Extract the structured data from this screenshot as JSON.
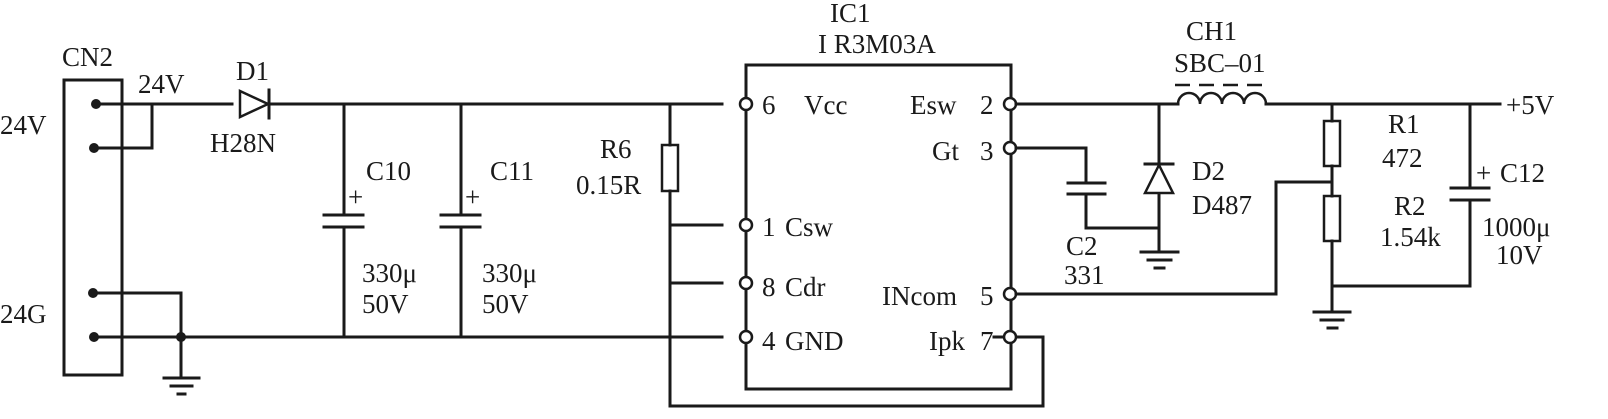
{
  "diagram": {
    "type": "schematic",
    "colors": {
      "ink": "#1a1a1a",
      "background": "#ffffff"
    },
    "connector": {
      "ref": "CN2",
      "left_labels": [
        "24V",
        "24G"
      ],
      "net_label": "24V"
    },
    "components": {
      "D1": {
        "ref": "D1",
        "value": "H28N"
      },
      "C10": {
        "ref": "C10",
        "value": "330μ",
        "voltage": "50V",
        "polarity": "+"
      },
      "C11": {
        "ref": "C11",
        "value": "330μ",
        "voltage": "50V",
        "polarity": "+"
      },
      "R6": {
        "ref": "R6",
        "value": "0.15R"
      },
      "IC1": {
        "ref": "IC1",
        "part": "I R3M03A",
        "left_pins": [
          {
            "num": "6",
            "name": "Vcc"
          },
          {
            "num": "1",
            "name": "Csw"
          },
          {
            "num": "8",
            "name": "Cdr"
          },
          {
            "num": "4",
            "name": "GND"
          }
        ],
        "right_pins": [
          {
            "num": "2",
            "name": "Esw"
          },
          {
            "num": "3",
            "name": "Gt"
          },
          {
            "num": "5",
            "name": "INcom"
          },
          {
            "num": "7",
            "name": "Ipk"
          }
        ]
      },
      "C2": {
        "ref": "C2",
        "value": "331"
      },
      "D2": {
        "ref": "D2",
        "value": "D487"
      },
      "CH1": {
        "ref": "CH1",
        "value": "SBC–01"
      },
      "R1": {
        "ref": "R1",
        "value": "472"
      },
      "R2": {
        "ref": "R2",
        "value": "1.54k"
      },
      "C12": {
        "ref": "C12",
        "value": "1000μ",
        "voltage": "10V",
        "polarity": "+"
      }
    },
    "output_label": "+5V"
  }
}
